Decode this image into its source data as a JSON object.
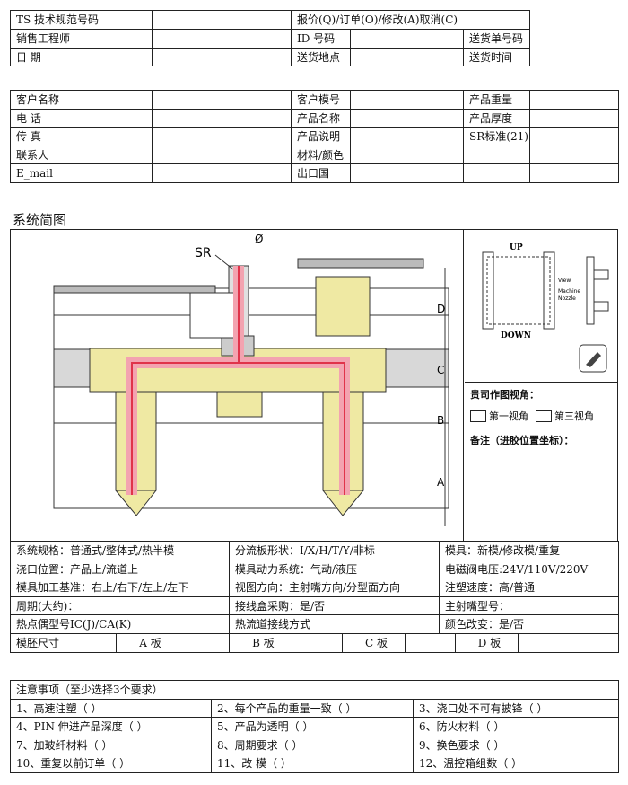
{
  "header": {
    "row1": [
      "TS 技术规范号码",
      "",
      "报价(Q)/订单(O)/修改(A)取消(C)",
      "",
      ""
    ],
    "row2": [
      "销售工程师",
      "",
      "ID 号码",
      "",
      "送货单号码",
      ""
    ],
    "row3": [
      "日 期",
      "",
      "送货地点",
      "",
      "送货时间",
      ""
    ]
  },
  "customer": {
    "rows": [
      [
        "客户名称",
        "",
        "客户模号",
        "",
        "产品重量",
        ""
      ],
      [
        "电 话",
        "",
        "产品名称",
        "",
        "产品厚度",
        ""
      ],
      [
        "传 真",
        "",
        "产品说明",
        "",
        "SR标准(21)",
        ""
      ],
      [
        "联系人",
        "",
        "材料/颜色",
        "",
        "",
        ""
      ],
      [
        "E_mail",
        "",
        "出口国",
        "",
        "",
        ""
      ]
    ]
  },
  "diagram": {
    "section_title": "系统简图",
    "label_sr": "SR",
    "label_phi": "Ø",
    "dim_labels": [
      "D",
      "C",
      "B",
      "A"
    ],
    "view_labels": {
      "up": "UP",
      "down": "DOWN",
      "view": "View",
      "machine": "Machine",
      "nozzle": "Nozzle"
    },
    "view_angle_title": "贵司作图视角：",
    "view_options": [
      "第一视角",
      "第三视角"
    ],
    "note_title": "备注（进胶位置坐标）："
  },
  "specs": {
    "rows": [
      [
        "系统规格：普通式/整体式/热半模",
        "分流板形状：I/X/H/T/Y/非标",
        "模具：新模/修改模/重复"
      ],
      [
        "浇口位置：产品上/流道上",
        "模具动力系统：气动/液压",
        "电磁阀电压:24V/110V/220V"
      ],
      [
        "模具加工基准：右上/右下/左上/左下",
        "视图方向：主射嘴方向/分型面方向",
        "注塑速度：高/普通"
      ],
      [
        "周期(大约)：",
        "接线盒采购：是/否",
        "主射嘴型号："
      ],
      [
        "热点偶型号IC(J)/CA(K)",
        "热流道接线方式",
        "颜色改变：是/否"
      ]
    ],
    "plate_row": [
      "模胚尺寸",
      "A 板",
      "",
      "B 板",
      "",
      "C 板",
      "",
      "D 板",
      ""
    ]
  },
  "notes": {
    "title": "注意事项（至少选择3个要求）",
    "items": [
      [
        "1、高速注塑（ ）",
        "2、每个产品的重量一致（ ）",
        "3、浇口处不可有披锋（ ）"
      ],
      [
        "4、PIN 伸进产品深度（ ）",
        "5、产品为透明（ ）",
        "6、防火材料（ ）"
      ],
      [
        "7、加玻纤材料（ ）",
        "8、周期要求（ ）",
        "9、换色要求（ ）"
      ],
      [
        "10、重复以前订单（ ）",
        "11、改 模（ ）",
        "12、温控箱组数（ ）"
      ]
    ]
  },
  "colors": {
    "yellow": "#efe9a3",
    "gray": "#d8d8d8",
    "red": "#e0334a",
    "pink": "#f3a3b0"
  }
}
